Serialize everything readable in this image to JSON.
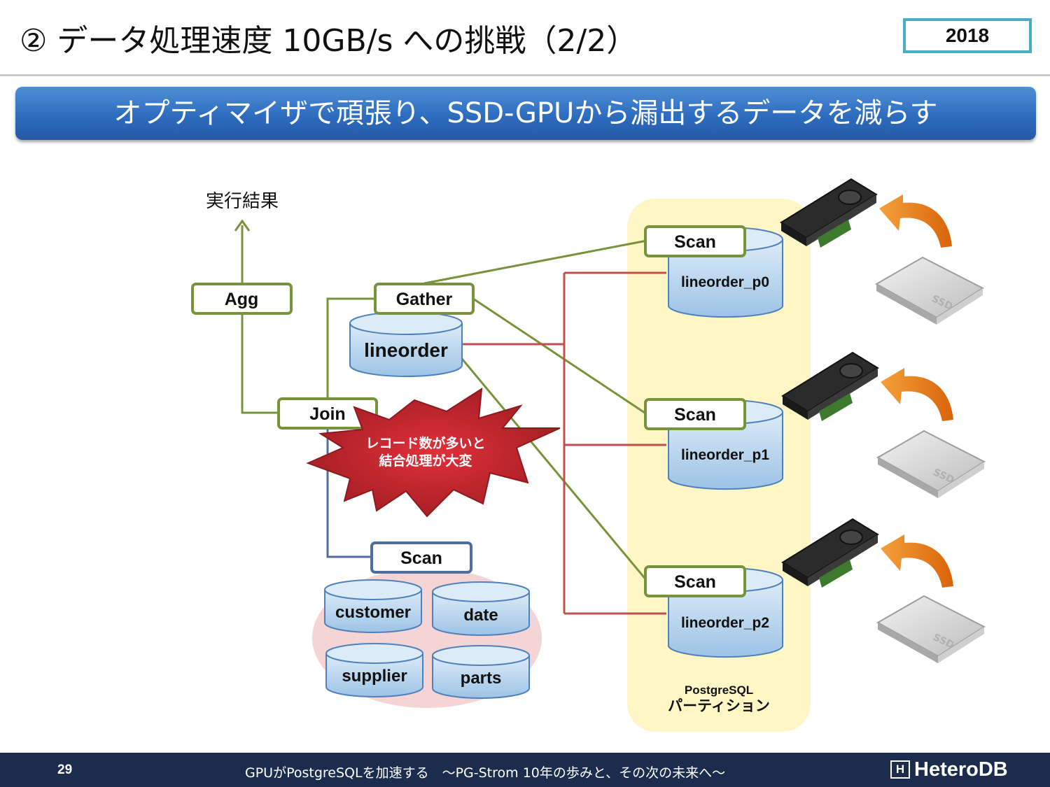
{
  "header": {
    "title": "② データ処理速度 10GB/s への挑戦（2/2）",
    "year": "2018"
  },
  "banner": {
    "text": "オプティマイザで頑張り、SSD-GPUから漏出するデータを減らす"
  },
  "diagram": {
    "result_label": "実行結果",
    "nodes": {
      "agg": "Agg",
      "gather": "Gather",
      "join": "Join",
      "scan_dim": "Scan",
      "scan_p0": "Scan",
      "scan_p1": "Scan",
      "scan_p2": "Scan"
    },
    "tables": {
      "lineorder": "lineorder",
      "lineorder_p0": "lineorder_p0",
      "lineorder_p1": "lineorder_p1",
      "lineorder_p2": "lineorder_p2",
      "customer": "customer",
      "date": "date",
      "supplier": "supplier",
      "parts": "parts"
    },
    "burst": {
      "line1": "レコード数が多いと",
      "line2": "結合処理が大変"
    },
    "partition": {
      "line1": "PostgreSQL",
      "line2": "パーティション"
    },
    "ssd_label": "SSD",
    "colors": {
      "plan_edge": "#77933c",
      "partition_edge": "#c0504d",
      "dim_edge": "#4f6ea0",
      "cylinder_fill": "#bdd7ee",
      "cylinder_stroke": "#4f81bd",
      "partition_bg": "#fff6c6",
      "burst": "#c0262d",
      "arrow": "#e46c0a"
    }
  },
  "footer": {
    "page": "29",
    "text": "GPUがPostgreSQLを加速する　～PG-Strom 10年の歩みと、その次の未来へ～",
    "logo_mark": "H",
    "logo_text": "HeteroDB"
  }
}
